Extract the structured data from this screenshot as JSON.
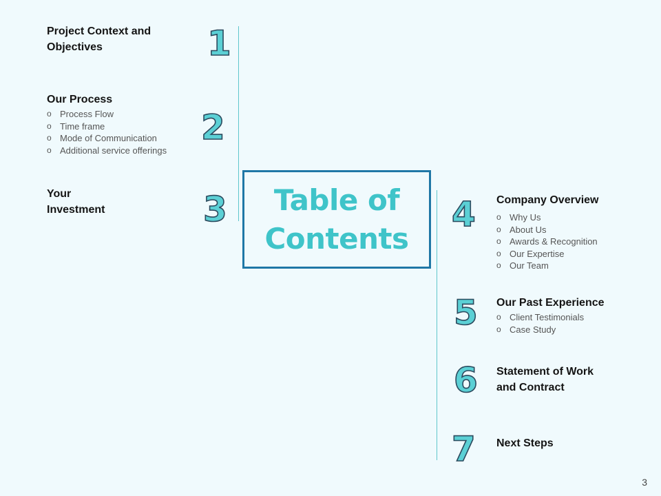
{
  "toc": {
    "line1": "Table of",
    "line2": "Contents"
  },
  "page_number": "3",
  "sections": [
    {
      "number": "1",
      "title_lines": [
        "Project Context and",
        "Objectives"
      ],
      "items": []
    },
    {
      "number": "2",
      "title_lines": [
        "Our Process"
      ],
      "items": [
        "Process Flow",
        "Time frame",
        "Mode of Communication",
        "Additional service offerings"
      ]
    },
    {
      "number": "3",
      "title_lines": [
        "Your",
        "Investment"
      ],
      "items": []
    },
    {
      "number": "4",
      "title_lines": [
        "Company Overview"
      ],
      "items": [
        "Why Us",
        "About Us",
        "Awards & Recognition",
        "Our Expertise",
        "Our Team"
      ]
    },
    {
      "number": "5",
      "title_lines": [
        "Our Past Experience"
      ],
      "items": [
        "Client Testimonials",
        "Case Study"
      ]
    },
    {
      "number": "6",
      "title_lines": [
        "Statement of Work",
        "and Contract"
      ],
      "items": []
    },
    {
      "number": "7",
      "title_lines": [
        "Next Steps"
      ],
      "items": []
    }
  ],
  "bullet_glyph": "o",
  "colors": {
    "background": "#f0fafd",
    "accent": "#3fc4c9",
    "box_border": "#1f77a6",
    "number_outline": "#2c4a5e"
  }
}
